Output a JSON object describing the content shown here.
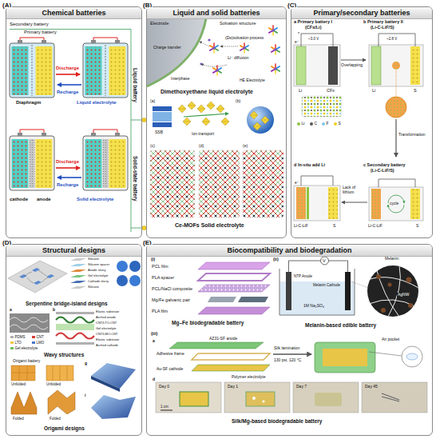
{
  "diagram": {
    "nodes": [
      {
        "text": [
          "(A)",
          "Chemical batteries"
        ]
      },
      {
        "text": [
          "(B)",
          "Liquid and solid batteries"
        ]
      },
      {
        "text": [
          "(C)",
          "Primary/secondary batteries"
        ]
      },
      {
        "text": [
          "(D)",
          "Structural designs"
        ]
      },
      {
        "text": [
          "(E)",
          "Biocompatibility and biodegradation"
        ]
      }
    ],
    "labels": [
      "Primary battery",
      "Secondary battery",
      "Discharge",
      "Recharge",
      "Diaphragm",
      "Liquid electrolyte",
      "Discharge",
      "Recharge",
      "cathode",
      "anode",
      "Solid electrolyte",
      "Liquid battery",
      "Solid-state battery",
      "Electrode",
      "Solvation structure",
      "(De)solvation process",
      "Charge transfer",
      "Li⁺ diffusion",
      "Interphase",
      "HE Electrolyte",
      "Dimethoxyethane liquid electrolyte",
      "(a)",
      "SSB",
      "Ion transport",
      "(b)",
      "(c)",
      "(d)",
      "(e)",
      "Ce-MOFs Solid electrolyte",
      "a Primary battery I",
      "(CFx/Li)",
      "b Primary battery II",
      "(Li-C-LiF/S)",
      "~3.0 V",
      "e⁻",
      "Li",
      "CFx",
      "Overlapping",
      "~2.8 V",
      "Li",
      "S",
      "Transformation",
      "d In-situ add Li",
      "c Secondary battery",
      "(Li-C-LiF/S)",
      "Lack of lithium",
      "e⁻",
      "Li-C-LiF",
      "S",
      "cycle",
      "Li-C-LiF",
      "S",
      "Silicone",
      "Silicone spacer",
      "Anode slurry",
      "Gel electrolyte",
      "Cathode slurry",
      "Silicone",
      "Serpentine bridge-island designs",
      "a",
      "b",
      "Elastic substrate",
      "Arched anode",
      "CNT/LTO-CNT",
      "Gel electrolyte",
      "CNT/LMO-CNT",
      "Elastic substrate",
      "Arched cathode",
      "Wavy structures",
      "Origami battery",
      "Unfolded",
      "Unfolded",
      "Folded",
      "Folded",
      "g",
      "i",
      "Origami designs",
      "(i)",
      "PCL film",
      "PLA spacer",
      "PCL/NaCl composite",
      "Mg/Fe galvanic pair",
      "PLA film",
      "Mg–Fe biodegradable battery",
      "(ii)",
      "V",
      "NTP Anode",
      "Melanin Cathode",
      "Melanin",
      "AgNW",
      "1M Na₂SO₄",
      "Melanin-based edible battery",
      "(iii)",
      "a",
      "AZ31-SF anode",
      "Adhesive frame",
      "Au-SF cathode",
      "Polymer electrolyte",
      "Silk lamination",
      "130 psi, 120 °C",
      "Air pocket",
      "d",
      "Day 0",
      "Day 1",
      "Day 7",
      "Day 45",
      "1 cm",
      "Silk/Mg-based biodegradable battery"
    ],
    "legend": [
      {
        "text": "Li",
        "color": "#8dc63f"
      },
      {
        "text": "C",
        "color": "#555555"
      },
      {
        "text": "F",
        "color": "#7fc8e8"
      },
      {
        "text": "S",
        "color": "#f0d020"
      },
      {
        "text": "PDMS",
        "color": "#b0b0b0"
      },
      {
        "text": "CNT",
        "color": "#d23c3c"
      },
      {
        "text": "LTO",
        "color": "#f2c94c"
      },
      {
        "text": "LMO",
        "color": "#4a78c8"
      },
      {
        "text": "Gel electrolyte",
        "color": "#6bbf59"
      }
    ]
  }
}
